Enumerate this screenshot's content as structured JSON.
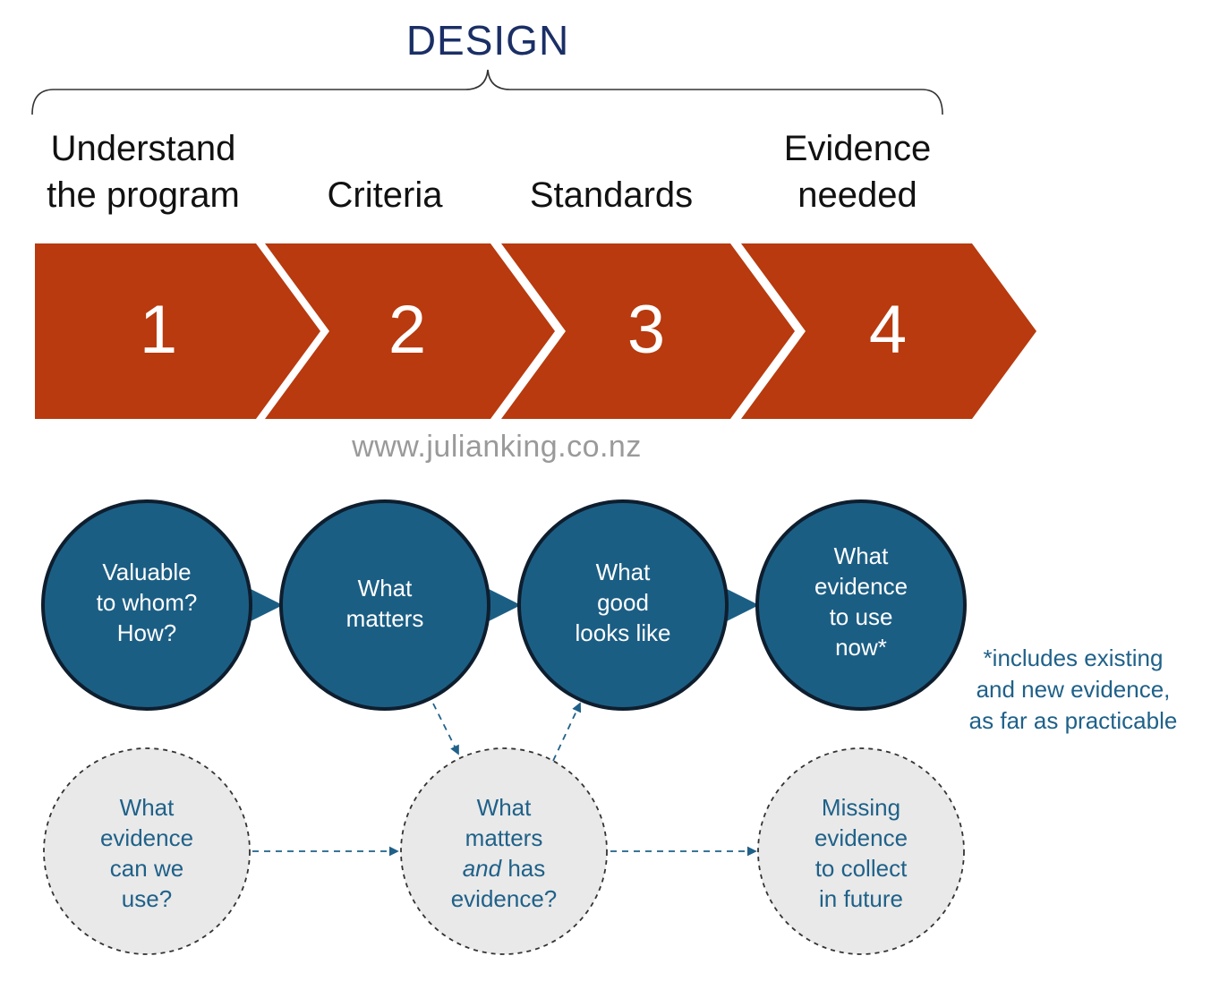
{
  "title": "DESIGN",
  "steps": [
    {
      "number": "1",
      "label_line1": "Understand",
      "label_line2": "the program"
    },
    {
      "number": "2",
      "label_line1": "Criteria",
      "label_line2": ""
    },
    {
      "number": "3",
      "label_line1": "Standards",
      "label_line2": ""
    },
    {
      "number": "4",
      "label_line1": "Evidence",
      "label_line2": "needed"
    }
  ],
  "watermark": "www.julianking.co.nz",
  "questions": [
    {
      "lines": [
        "Valuable",
        "to whom?",
        "How?"
      ]
    },
    {
      "lines": [
        "What",
        "matters"
      ]
    },
    {
      "lines": [
        "What",
        "good",
        "looks like"
      ]
    },
    {
      "lines": [
        "What",
        "evidence",
        "to use",
        "now*"
      ]
    }
  ],
  "evidence_questions": [
    {
      "lines": [
        "What",
        "evidence",
        "can we",
        "use?"
      ]
    },
    {
      "lines": [
        "What",
        "matters",
        "and has",
        "evidence?"
      ],
      "italic_word": "and",
      "rest_of_line3": " has"
    },
    {
      "lines": [
        "Missing",
        "evidence",
        "to collect",
        "in future"
      ]
    }
  ],
  "footnote": [
    "*includes existing",
    "and new evidence,",
    "as far as practicable"
  ],
  "colors": {
    "chevron": "#b83a0e",
    "solid_circle": "#1b5e84",
    "dashed_circle_fill": "#e9e9e9",
    "title": "#1b2f66",
    "dashed_text": "#1f6189"
  }
}
